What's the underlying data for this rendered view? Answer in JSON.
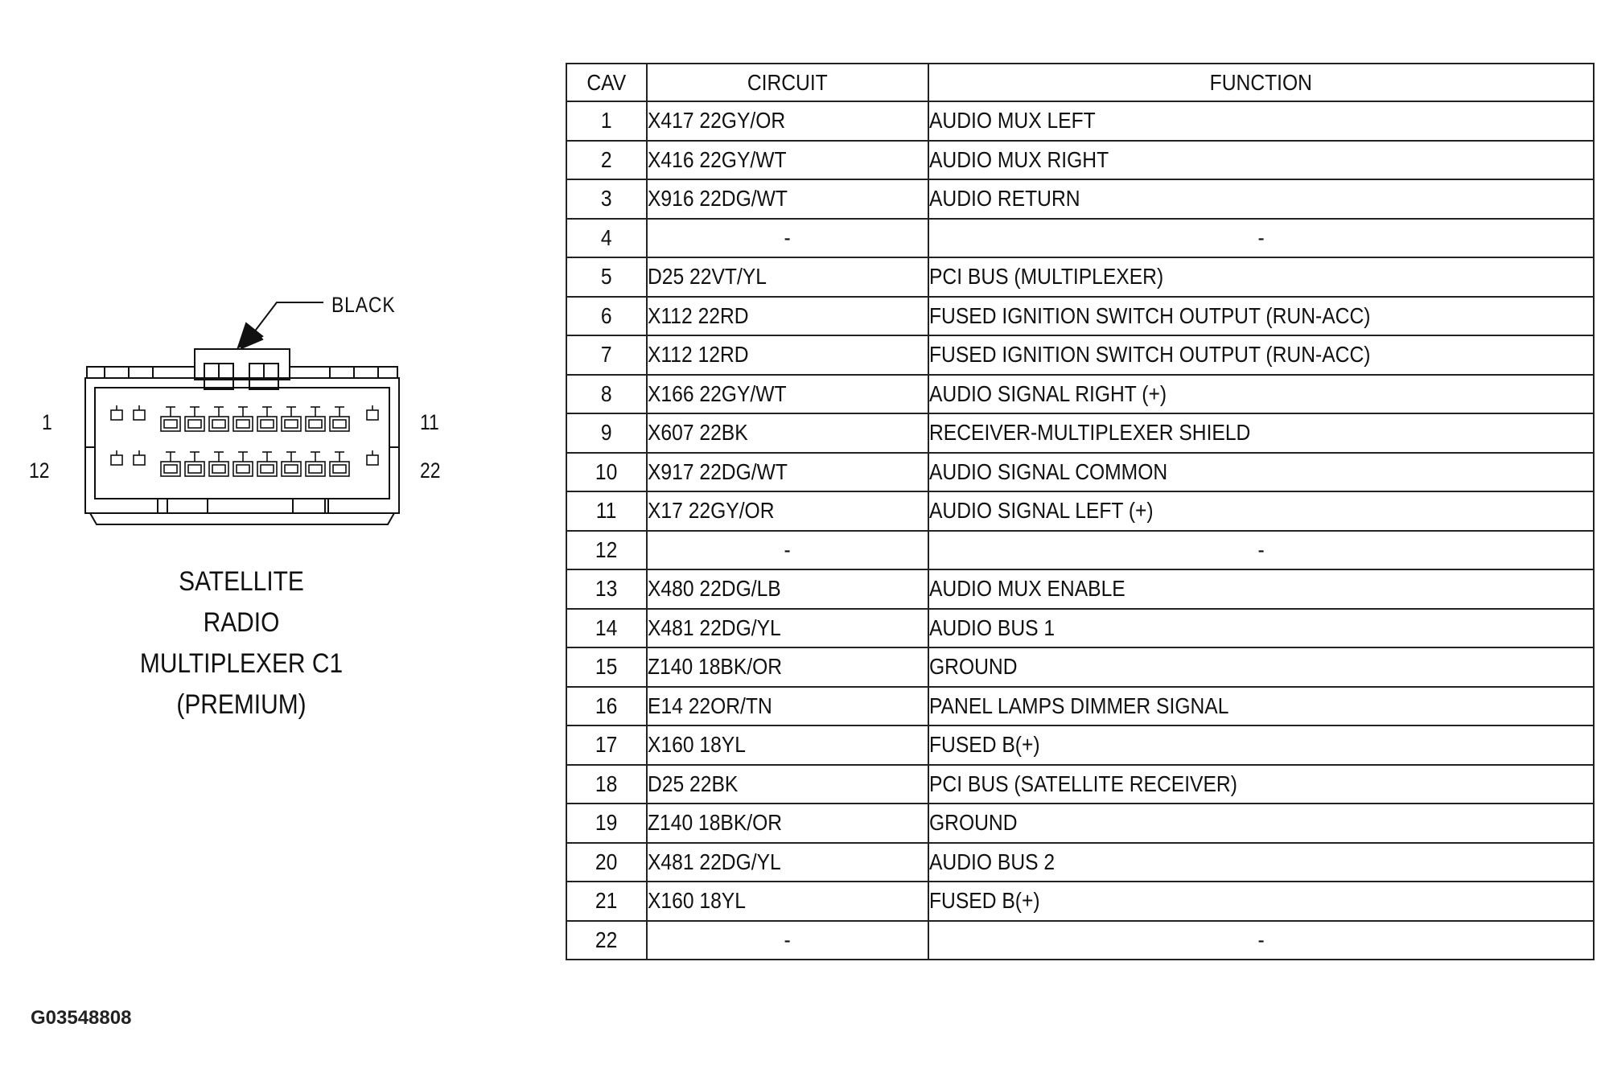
{
  "connector": {
    "color_label": "BLACK",
    "pin_labels": {
      "top_left": "1",
      "top_right": "11",
      "bottom_left": "12",
      "bottom_right": "22"
    },
    "caption": [
      "SATELLITE",
      "RADIO",
      "MULTIPLEXER C1",
      "(PREMIUM)"
    ]
  },
  "figure_code": "G03548808",
  "table": {
    "headers": [
      "CAV",
      "CIRCUIT",
      "FUNCTION"
    ],
    "rows": [
      [
        "1",
        "X417 22GY/OR",
        "AUDIO MUX LEFT"
      ],
      [
        "2",
        "X416 22GY/WT",
        "AUDIO MUX RIGHT"
      ],
      [
        "3",
        "X916 22DG/WT",
        "AUDIO RETURN"
      ],
      [
        "4",
        "-",
        "-"
      ],
      [
        "5",
        "D25 22VT/YL",
        "PCI BUS (MULTIPLEXER)"
      ],
      [
        "6",
        "X112 22RD",
        "FUSED IGNITION SWITCH OUTPUT (RUN-ACC)"
      ],
      [
        "7",
        "X112 12RD",
        "FUSED IGNITION SWITCH OUTPUT (RUN-ACC)"
      ],
      [
        "8",
        "X166 22GY/WT",
        "AUDIO SIGNAL RIGHT (+)"
      ],
      [
        "9",
        "X607 22BK",
        "RECEIVER-MULTIPLEXER SHIELD"
      ],
      [
        "10",
        "X917 22DG/WT",
        "AUDIO SIGNAL COMMON"
      ],
      [
        "11",
        "X17 22GY/OR",
        "AUDIO SIGNAL LEFT (+)"
      ],
      [
        "12",
        "-",
        "-"
      ],
      [
        "13",
        "X480 22DG/LB",
        "AUDIO MUX ENABLE"
      ],
      [
        "14",
        "X481 22DG/YL",
        "AUDIO BUS 1"
      ],
      [
        "15",
        "Z140 18BK/OR",
        "GROUND"
      ],
      [
        "16",
        "E14 22OR/TN",
        "PANEL LAMPS DIMMER SIGNAL"
      ],
      [
        "17",
        "X160 18YL",
        "FUSED B(+)"
      ],
      [
        "18",
        "D25 22BK",
        "PCI BUS (SATELLITE RECEIVER)"
      ],
      [
        "19",
        "Z140 18BK/OR",
        "GROUND"
      ],
      [
        "20",
        "X481 22DG/YL",
        "AUDIO BUS 2"
      ],
      [
        "21",
        "X160 18YL",
        "FUSED B(+)"
      ],
      [
        "22",
        "-",
        "-"
      ]
    ]
  }
}
